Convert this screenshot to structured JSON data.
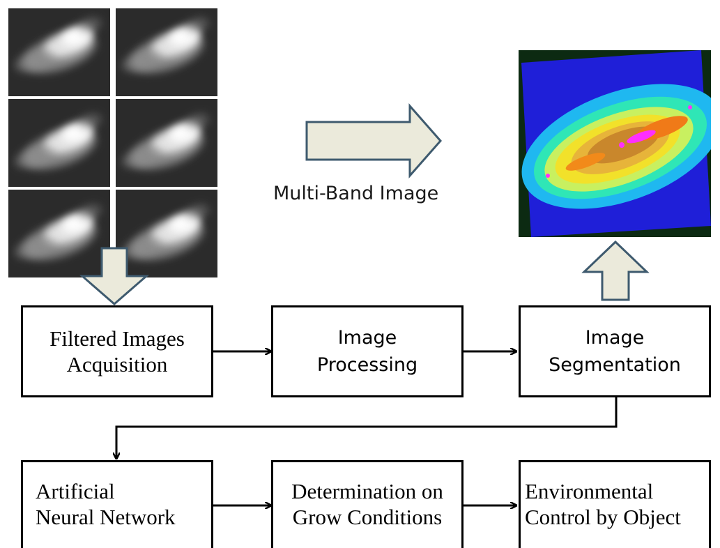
{
  "diagram": {
    "caption": "Multi-Band Image",
    "colors": {
      "box_border": "#000000",
      "hollow_arrow_fill": "#ebeadb",
      "hollow_arrow_stroke": "#3e5a6e",
      "panel_background": "#2b2b2b"
    },
    "nodes": {
      "filtered": "Filtered Images\nAcquisition",
      "processing": "Image\nProcessing",
      "segmentation": "Image\nSegmentation",
      "ann": "Artificial\nNeural Network",
      "determination": "Determination on\nGrow Conditions",
      "environmental": "Environmental\nControl by Object"
    },
    "icons": {
      "band_images": "grayscale-filtered-image-icon",
      "segmented_image": "color-segmentation-map-icon"
    }
  }
}
